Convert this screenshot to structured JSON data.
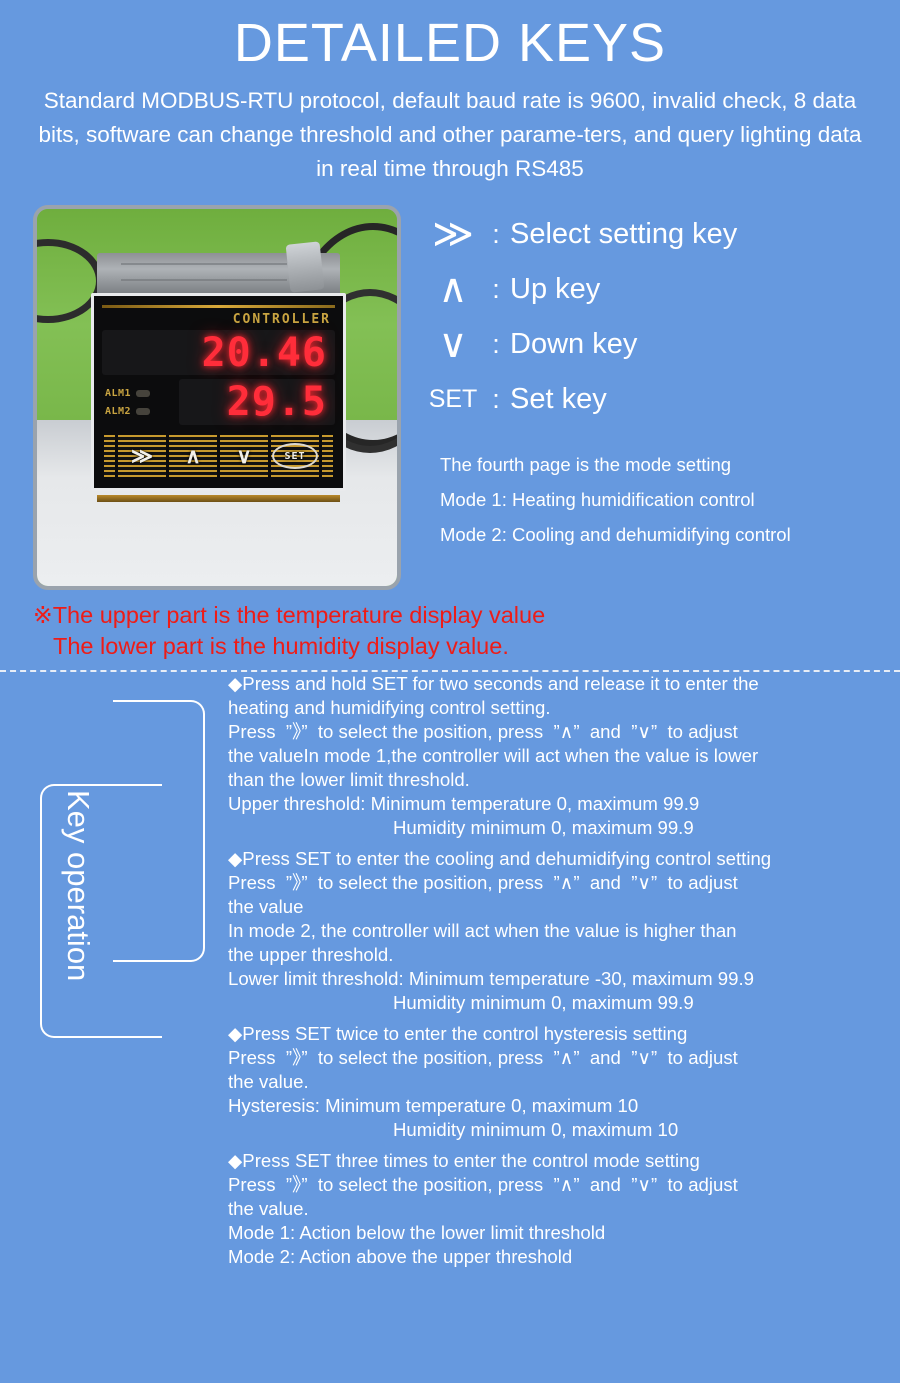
{
  "colors": {
    "background": "#6699df",
    "text": "#ffffff",
    "red_note": "#ee1c17",
    "led_red": "#ff2d3a",
    "gold": "#c9a441",
    "photo_border": "#9aa3ad"
  },
  "header": {
    "title": "DETAILED KEYS",
    "intro": "Standard MODBUS-RTU protocol, default baud rate is 9600, invalid check, 8 data bits, software can change threshold and other parame-ters, and query lighting data in real time through RS485"
  },
  "device": {
    "brand": "CONTROLLER",
    "upper_display": "20.46",
    "lower_display": "29.5",
    "alarms": [
      {
        "label": "ALM1"
      },
      {
        "label": "ALM2"
      }
    ],
    "buttons": [
      {
        "name": "select",
        "glyph": "≫"
      },
      {
        "name": "up",
        "glyph": "∧"
      },
      {
        "name": "down",
        "glyph": "∨"
      },
      {
        "name": "set",
        "glyph": "SET"
      }
    ]
  },
  "key_legend": [
    {
      "glyph": "≫",
      "colon": ":",
      "label": "Select setting key",
      "is_text": false
    },
    {
      "glyph": "∧",
      "colon": ":",
      "label": "Up key",
      "is_text": false
    },
    {
      "glyph": "∨",
      "colon": ":",
      "label": "Down key",
      "is_text": false
    },
    {
      "glyph": "SET",
      "colon": ":",
      "label": "Set key",
      "is_text": true
    }
  ],
  "mode_notes": [
    "The fourth page is the mode setting",
    "Mode 1: Heating humidification control",
    "Mode 2: Cooling and dehumidifying control"
  ],
  "red_note": {
    "line1": "※The upper part is the temperature display value",
    "line2": "The lower part is the humidity display value."
  },
  "key_operation": {
    "label": "Key operation",
    "blocks": [
      {
        "lines": [
          "◆Press and hold SET for two seconds and release it to enter the",
          "heating and humidifying control setting.",
          "Press  ”》”  to select the position, press  ”∧”  and  ”∨”  to adjust",
          "the valueIn mode 1,the controller will act when the value is lower",
          "than the lower limit threshold.",
          "Upper threshold: Minimum temperature 0, maximum 99.9"
        ],
        "indented": "Humidity minimum 0, maximum 99.9"
      },
      {
        "lines": [
          "◆Press SET to enter the cooling and dehumidifying control setting",
          "Press  ”》”  to select the position, press  ”∧”  and  ”∨”  to adjust",
          "the value",
          "In mode 2, the controller will act when the value is higher than",
          "the upper threshold.",
          "Lower limit threshold: Minimum temperature -30, maximum 99.9"
        ],
        "indented": "Humidity minimum 0, maximum 99.9"
      },
      {
        "lines": [
          "◆Press SET twice to enter the control hysteresis setting",
          "Press  ”》”  to select the position, press  ”∧”  and  ”∨”  to adjust",
          "the value.",
          "Hysteresis: Minimum temperature 0, maximum 10"
        ],
        "indented": "Humidity minimum 0, maximum 10"
      },
      {
        "lines": [
          "◆Press SET three times to enter the control mode setting",
          "Press  ”》”  to select the position, press  ”∧”  and  ”∨”  to adjust",
          "the value.",
          "Mode 1: Action below the lower limit threshold",
          "Mode 2: Action above the upper threshold"
        ],
        "indented": ""
      }
    ]
  }
}
